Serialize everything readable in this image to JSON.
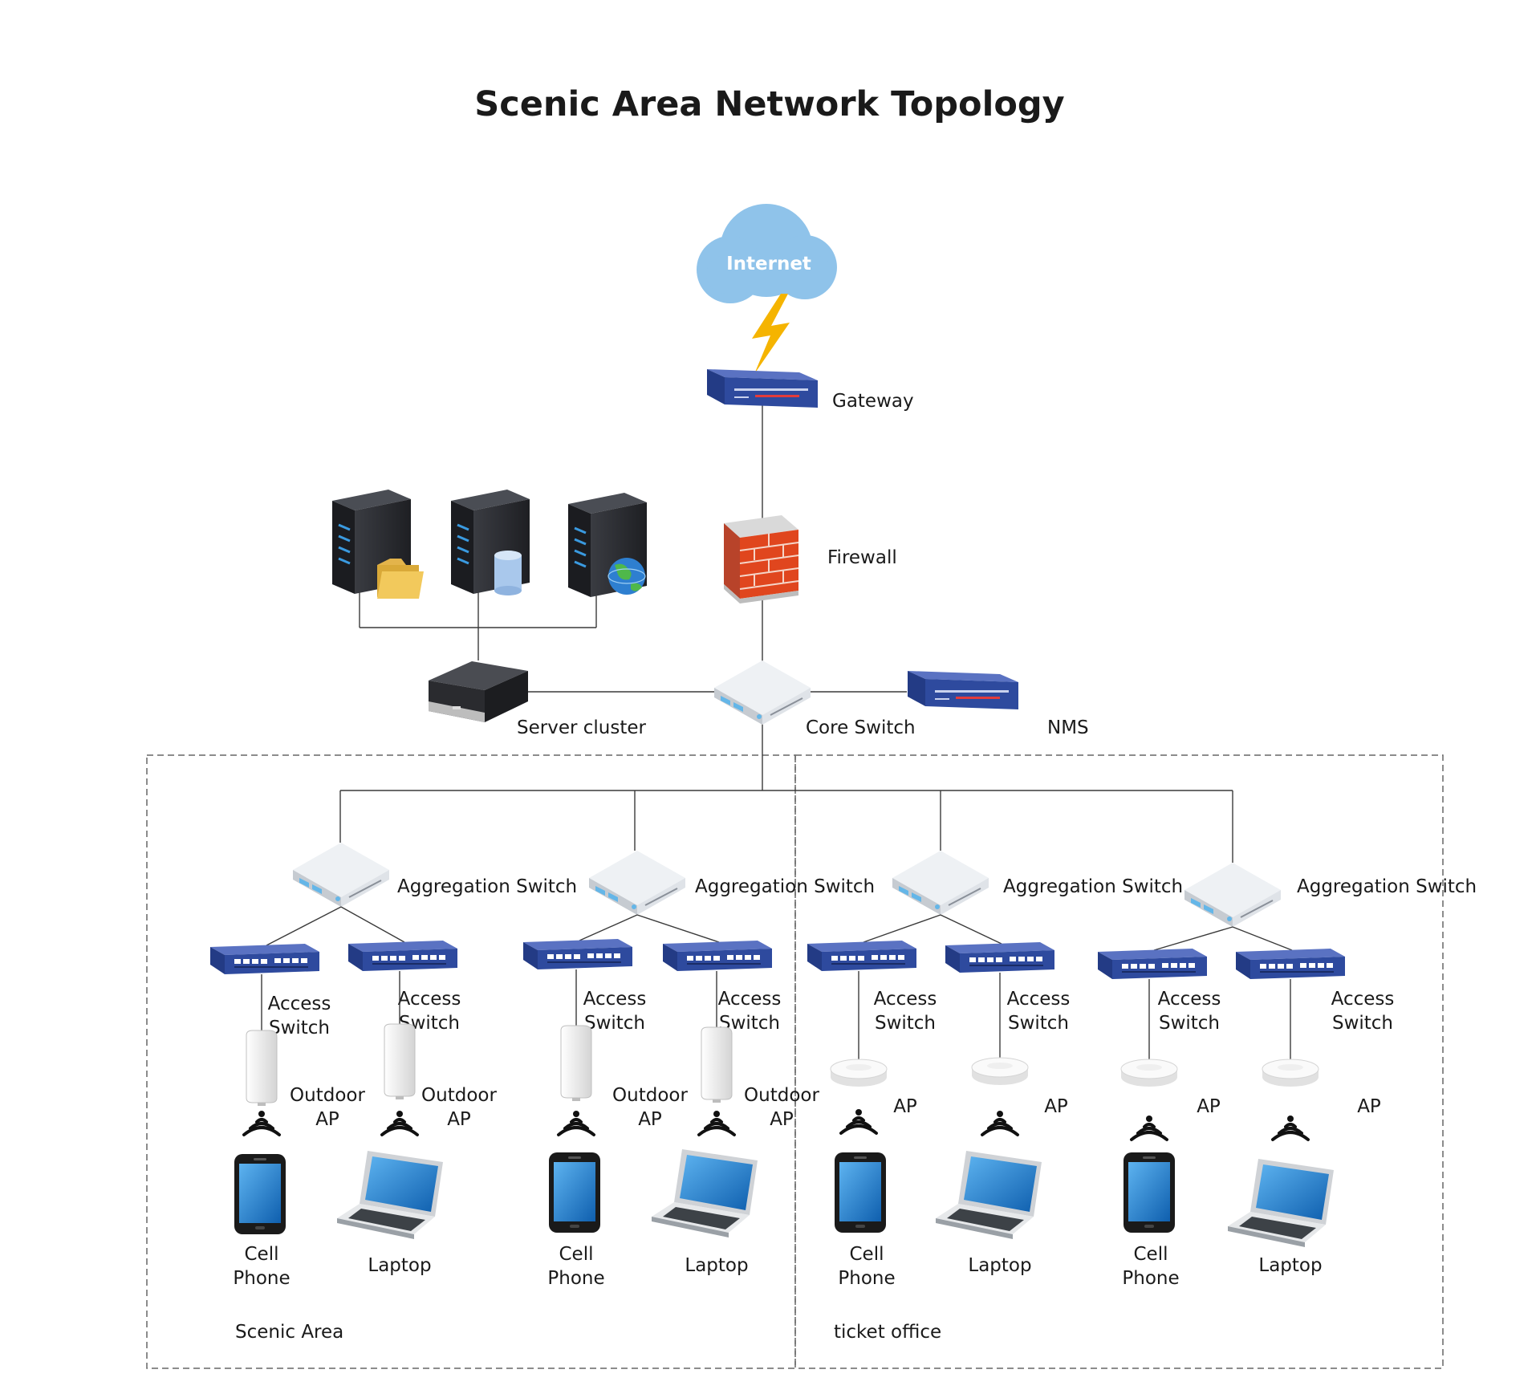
{
  "title": "Scenic Area Network Topology",
  "core": {
    "internet": "Internet",
    "gateway": "Gateway",
    "firewall": "Firewall",
    "server_cluster": "Server cluster",
    "core_switch": "Core Switch",
    "nms": "NMS"
  },
  "zones": [
    {
      "label": "Scenic Area"
    },
    {
      "label": "ticket office"
    }
  ],
  "groups": [
    {
      "aggregation": "Aggregation Switch",
      "branches": [
        {
          "access": [
            "Access",
            "Switch"
          ],
          "ap": [
            "Outdoor",
            "AP"
          ],
          "ap_kind": "outdoor",
          "device": [
            "Cell",
            "Phone"
          ],
          "device_kind": "phone"
        },
        {
          "access": [
            "Access",
            "Switch"
          ],
          "ap": [
            "Outdoor",
            "AP"
          ],
          "ap_kind": "outdoor",
          "device": [
            "Laptop"
          ],
          "device_kind": "laptop"
        }
      ]
    },
    {
      "aggregation": "Aggregation Switch",
      "branches": [
        {
          "access": [
            "Access",
            "Switch"
          ],
          "ap": [
            "Outdoor",
            "AP"
          ],
          "ap_kind": "outdoor",
          "device": [
            "Cell",
            "Phone"
          ],
          "device_kind": "phone"
        },
        {
          "access": [
            "Access",
            "Switch"
          ],
          "ap": [
            "Outdoor",
            "AP"
          ],
          "ap_kind": "outdoor",
          "device": [
            "Laptop"
          ],
          "device_kind": "laptop"
        }
      ]
    },
    {
      "aggregation": "Aggregation Switch",
      "branches": [
        {
          "access": [
            "Access",
            "Switch"
          ],
          "ap": [
            "AP"
          ],
          "ap_kind": "ceiling",
          "device": [
            "Cell",
            "Phone"
          ],
          "device_kind": "phone"
        },
        {
          "access": [
            "Access",
            "Switch"
          ],
          "ap": [
            "AP"
          ],
          "ap_kind": "ceiling",
          "device": [
            "Laptop"
          ],
          "device_kind": "laptop"
        }
      ]
    },
    {
      "aggregation": "Aggregation Switch",
      "branches": [
        {
          "access": [
            "Access",
            "Switch"
          ],
          "ap": [
            "AP"
          ],
          "ap_kind": "ceiling",
          "device": [
            "Cell",
            "Phone"
          ],
          "device_kind": "phone"
        },
        {
          "access": [
            "Access",
            "Switch"
          ],
          "ap": [
            "AP"
          ],
          "ap_kind": "ceiling",
          "device": [
            "Laptop"
          ],
          "device_kind": "laptop"
        }
      ]
    }
  ],
  "icons": {
    "cloud": "cloud-icon",
    "lightning": "lightning-icon",
    "router": "router-icon",
    "firewall": "firewall-icon",
    "server": "server-tower-icon",
    "storage": "storage-unit-icon",
    "switch": "switch-icon",
    "access_switch": "access-switch-icon",
    "outdoor_ap": "outdoor-ap-icon",
    "ceiling_ap": "ceiling-ap-icon",
    "wifi": "wifi-icon",
    "phone": "cell-phone-icon",
    "laptop": "laptop-icon"
  },
  "colors": {
    "cloud": "#8fc3ea",
    "lightning": "#f5b400",
    "netgear_blue": "#2e4a9e",
    "firewall_brick": "#e0461e",
    "server_dark": "#2b2d31",
    "screen_blue": "#1f7fd6"
  }
}
